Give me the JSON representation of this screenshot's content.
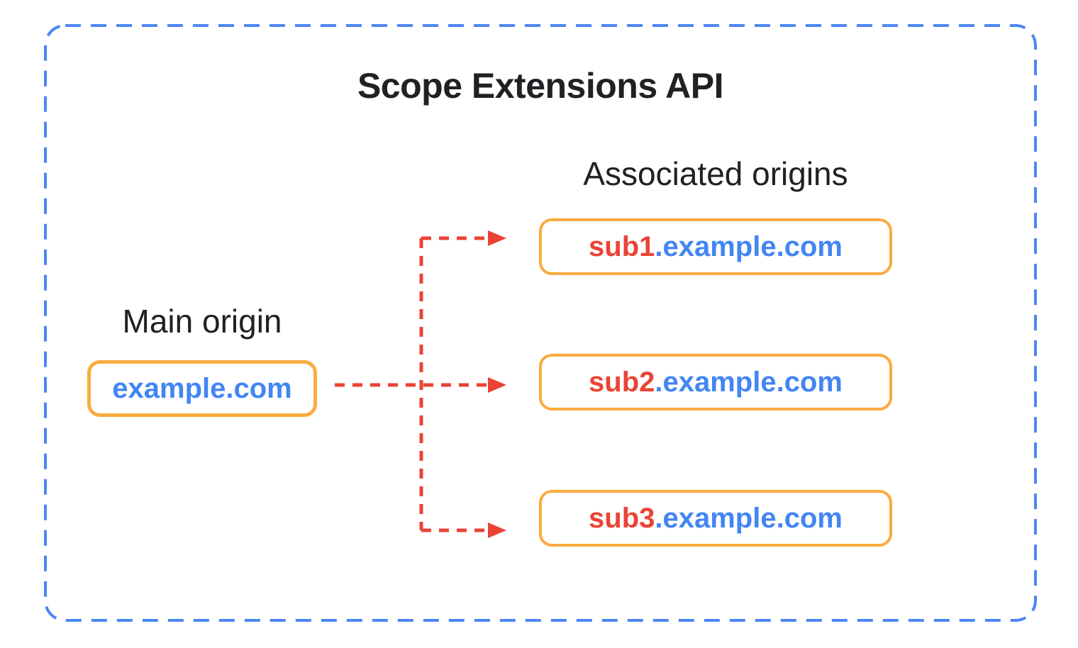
{
  "title": "Scope Extensions API",
  "main_origin": {
    "label": "Main origin",
    "domain": "example.com"
  },
  "associated_origins": {
    "label": "Associated origins",
    "items": [
      {
        "subdomain": "sub1",
        "suffix": ".example.com"
      },
      {
        "subdomain": "sub2",
        "suffix": ".example.com"
      },
      {
        "subdomain": "sub3",
        "suffix": ".example.com"
      }
    ]
  },
  "colors": {
    "border_blue": "#4D86F4",
    "text_blue": "#4285F4",
    "red": "#EA4335",
    "orange": "#FAAB40",
    "text_dark": "#202124"
  }
}
